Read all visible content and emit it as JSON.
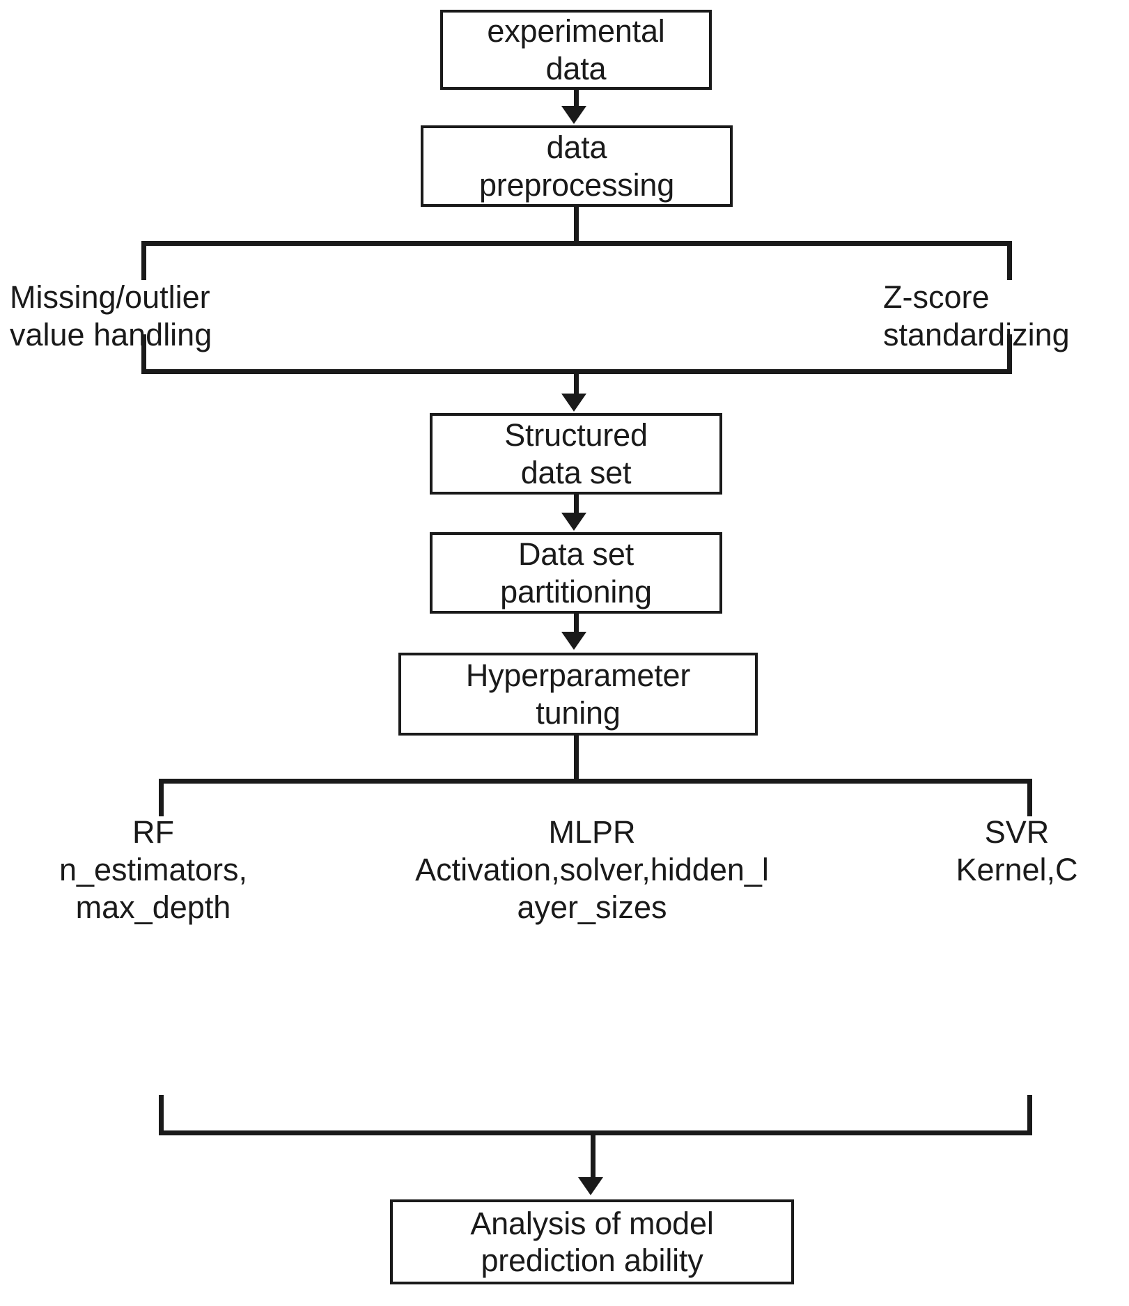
{
  "diagram": {
    "title": "Machine learning modeling workflow flowchart",
    "stroke_color": "#1a1a1a",
    "background_color": "#ffffff",
    "nodes": [
      {
        "id": "experimental-data",
        "lines": [
          "experimental",
          "data"
        ]
      },
      {
        "id": "data-preprocessing",
        "lines": [
          "data",
          "preprocessing"
        ]
      },
      {
        "id": "structured-data-set",
        "lines": [
          "Structured",
          "data set"
        ]
      },
      {
        "id": "data-set-partitioning",
        "lines": [
          "Data set",
          "partitioning"
        ]
      },
      {
        "id": "hyperparameter-tuning",
        "lines": [
          "Hyperparameter",
          "tuning"
        ]
      },
      {
        "id": "analysis-of-model-prediction-ability",
        "lines": [
          "Analysis of model",
          "prediction ability"
        ]
      }
    ],
    "preprocessing_branches": [
      {
        "id": "missing-outlier-value-handling",
        "lines": [
          "Missing/outlier",
          "value handling"
        ]
      },
      {
        "id": "z-score-standardizing",
        "lines": [
          "Z-score",
          "standardizing"
        ]
      }
    ],
    "model_branches": [
      {
        "id": "rf",
        "lines": [
          "RF",
          "n_estimators,",
          "max_depth"
        ]
      },
      {
        "id": "mlpr",
        "lines": [
          "MLPR",
          "Activation,solver,hidden_l",
          "ayer_sizes"
        ]
      },
      {
        "id": "svr",
        "lines": [
          "SVR",
          "Kernel,C"
        ]
      }
    ]
  }
}
